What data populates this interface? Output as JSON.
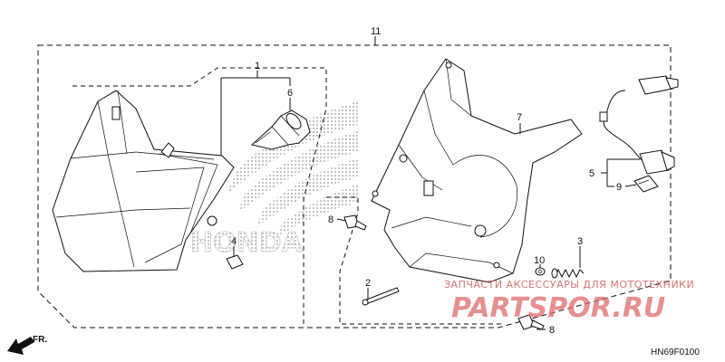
{
  "diagram": {
    "labels": {
      "l1": "1",
      "l2": "2",
      "l3": "3",
      "l4": "4",
      "l5": "5",
      "l6": "6",
      "l7": "7",
      "l8a": "8",
      "l8b": "8",
      "l9": "9",
      "l10": "10",
      "l11": "11"
    },
    "direction": "FR.",
    "diagram_code": "HN69F0100",
    "brand_watermark": "HONDA",
    "watermark": {
      "line1": "ЗАПЧАСТИ АКСЕССУАРЫ ДЛЯ МОТОТЕХНИКИ",
      "line2": "PARTSPOR.RU"
    },
    "colors": {
      "ink": "#111111",
      "watermark_red": "#e06a6a"
    }
  }
}
